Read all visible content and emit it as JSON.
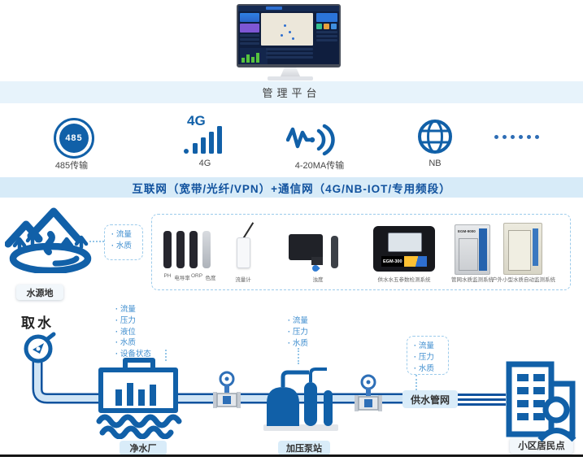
{
  "platform": {
    "label": "管理平台"
  },
  "comm": {
    "banner": "互联网（宽带/光纤/VPN）+通信网（4G/NB-IOT/专用频段）",
    "items": [
      {
        "icon": "485-circle-icon",
        "value": "485",
        "label": "485传输"
      },
      {
        "icon": "4g-signal-icon",
        "value": "4G",
        "label": "4G"
      },
      {
        "icon": "analog-wave-icon",
        "label": "4-20MA传输"
      },
      {
        "icon": "globe-icon",
        "label": "NB"
      },
      {
        "icon": "ellipsis-dots",
        "label": "......"
      }
    ]
  },
  "equipment_box": {
    "devices": [
      {
        "label": "PH"
      },
      {
        "label": "电导率"
      },
      {
        "label": "ORP"
      },
      {
        "label": "色度"
      },
      {
        "label": "流量计"
      },
      {
        "label": "浊度"
      },
      {
        "label": "供水水五参数检测系统",
        "marking": "EGM-300"
      },
      {
        "label": "管网水质监测系统",
        "marking": "EGM-9000"
      },
      {
        "label": "户外小型水质自动监测系统"
      }
    ]
  },
  "flow": {
    "water_source": "水源地",
    "intake": "取水",
    "plant": "净水厂",
    "pump_station": "加压泵站",
    "pipe_network": "供水管网",
    "residential": "小区居民点"
  },
  "metrics": {
    "source": [
      "流量",
      "水质"
    ],
    "plant": [
      "流量",
      "压力",
      "液位",
      "水质",
      "设备状态"
    ],
    "pump": [
      "流量",
      "压力",
      "水质"
    ],
    "network": [
      "流量",
      "压力",
      "水质"
    ]
  },
  "colors": {
    "primary": "#1160a8",
    "badge_blue": "#d9ecf9",
    "metric_blue": "#3f8ecf"
  }
}
